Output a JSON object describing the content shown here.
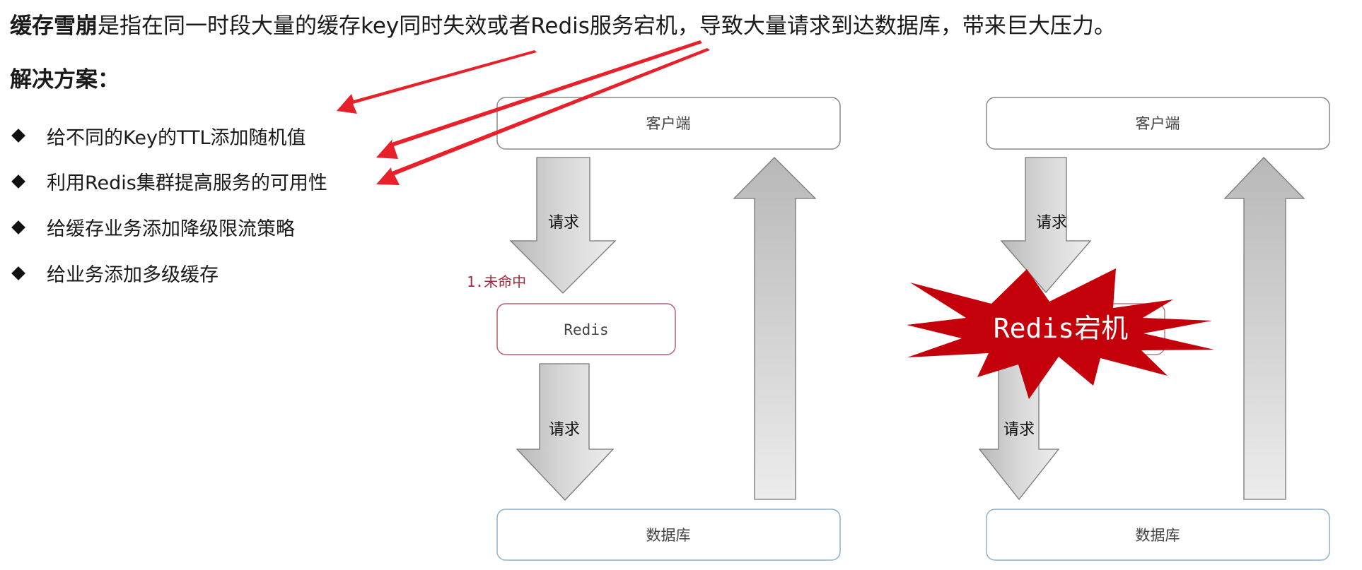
{
  "headline": {
    "term": "缓存雪崩",
    "description": "是指在同一时段大量的缓存key同时失效或者Redis服务宕机，导致大量请求到达数据库，带来巨大压力。"
  },
  "solutions": {
    "title": "解决方案：",
    "items": [
      {
        "label": "给不同的Key的TTL添加随机值",
        "icon": "diamond-bullet-icon"
      },
      {
        "label": "利用Redis集群提高服务的可用性",
        "icon": "diamond-bullet-icon"
      },
      {
        "label": "给缓存业务添加降级限流策略",
        "icon": "diamond-bullet-icon"
      },
      {
        "label": "给业务添加多级缓存",
        "icon": "diamond-bullet-icon"
      }
    ]
  },
  "annotations": {
    "arrow_color": "#e8202a",
    "arrows": [
      {
        "from": "key同时失效",
        "to": "给不同的Key的TTL添加随机值"
      },
      {
        "from": "Redis服务宕机",
        "to": "利用Redis集群提高服务的可用性"
      },
      {
        "from": "Redis服务宕机",
        "to": "利用Redis集群提高服务的可用性"
      }
    ]
  },
  "diagram_left": {
    "client_label": "客户端",
    "request_label_1": "请求",
    "miss_label": "1.未命中",
    "redis_label": "Redis",
    "request_label_2": "请求",
    "db_label": "数据库"
  },
  "diagram_right": {
    "client_label": "客户端",
    "request_label_1": "请求",
    "crash_label": "Redis宕机",
    "crash_color": "#c4000b",
    "request_label_2": "请求",
    "db_label": "数据库"
  },
  "colors": {
    "miss_text": "#a3283a",
    "redis_border": "#b5606e",
    "db_border": "#8fb0cc",
    "client_border": "#888888"
  }
}
